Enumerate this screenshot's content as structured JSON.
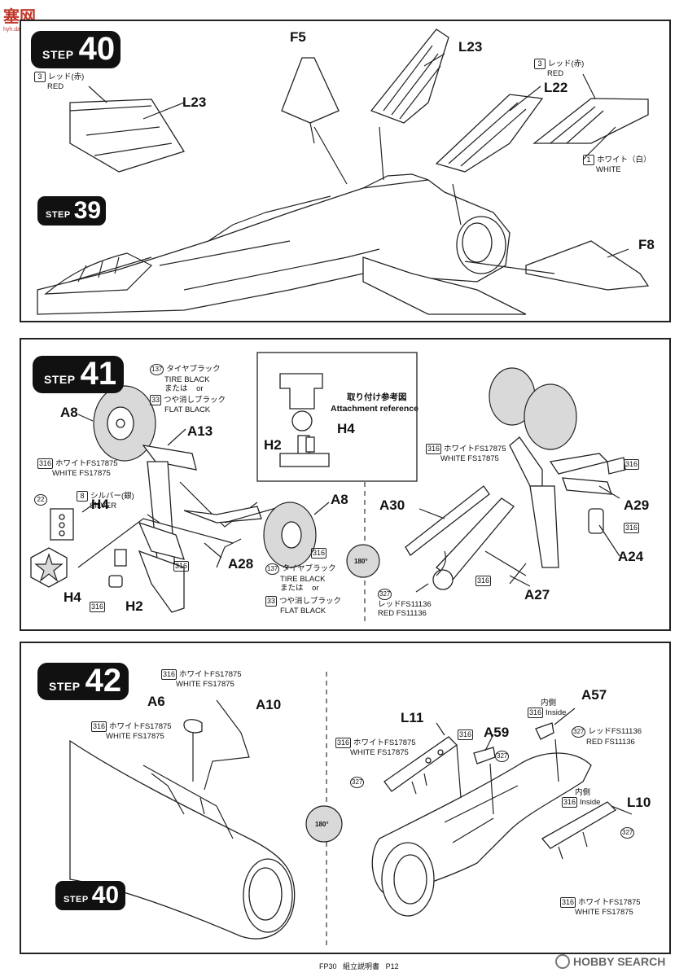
{
  "watermark": {
    "logo": "塞网",
    "site": "hyh.dak.com"
  },
  "steps": {
    "s40": "40",
    "s39": "39",
    "s41": "41",
    "s42": "42",
    "s40b": "40",
    "step_word": "STEP"
  },
  "parts": {
    "f5": "F5",
    "l23": "L23",
    "l23b": "L23",
    "l22": "L22",
    "f8": "F8",
    "a8": "A8",
    "a13": "A13",
    "h4": "H4",
    "h4b": "H4",
    "h2": "H2",
    "h4c": "H4",
    "h2b": "H2",
    "a28": "A28",
    "a8b": "A8",
    "a30": "A30",
    "a29": "A29",
    "a24": "A24",
    "a27": "A27",
    "a6": "A6",
    "a10": "A10",
    "l11": "L11",
    "a59": "A59",
    "a57": "A57",
    "l10": "L10"
  },
  "colors": {
    "c3": "3",
    "c1": "1",
    "c137": "137",
    "c33": "33",
    "c316": "316",
    "c8": "8",
    "c22": "22",
    "c327": "327"
  },
  "notes": {
    "red_jp": "レッド(赤)",
    "red_en": "RED",
    "white_jp": "ホワイト（白）",
    "white_en": "WHITE",
    "tire_black_jp": "タイヤブラック",
    "tire_black_en": "TIRE BLACK",
    "or_jp": "または",
    "or_en": "or",
    "flat_black_jp": "つや消しブラック",
    "flat_black_en": "FLAT BLACK",
    "white17875_jp": "ホワイトFS17875",
    "white17875_en": "WHITE FS17875",
    "silver_jp": "シルバー(銀)",
    "silver_en": "SILVER",
    "red11136_jp": "レッドFS11136",
    "red11136_en": "RED FS11136",
    "attach_jp": "取り付け参考図",
    "attach_en": "Attachment reference",
    "inside_jp": "内側",
    "inside_en": "Inside",
    "rot": "180°"
  },
  "footer": {
    "code": "FP30",
    "title": "組立説明書",
    "page": "P12",
    "hobby": "HOBBY SEARCH"
  },
  "accent": "#111111"
}
